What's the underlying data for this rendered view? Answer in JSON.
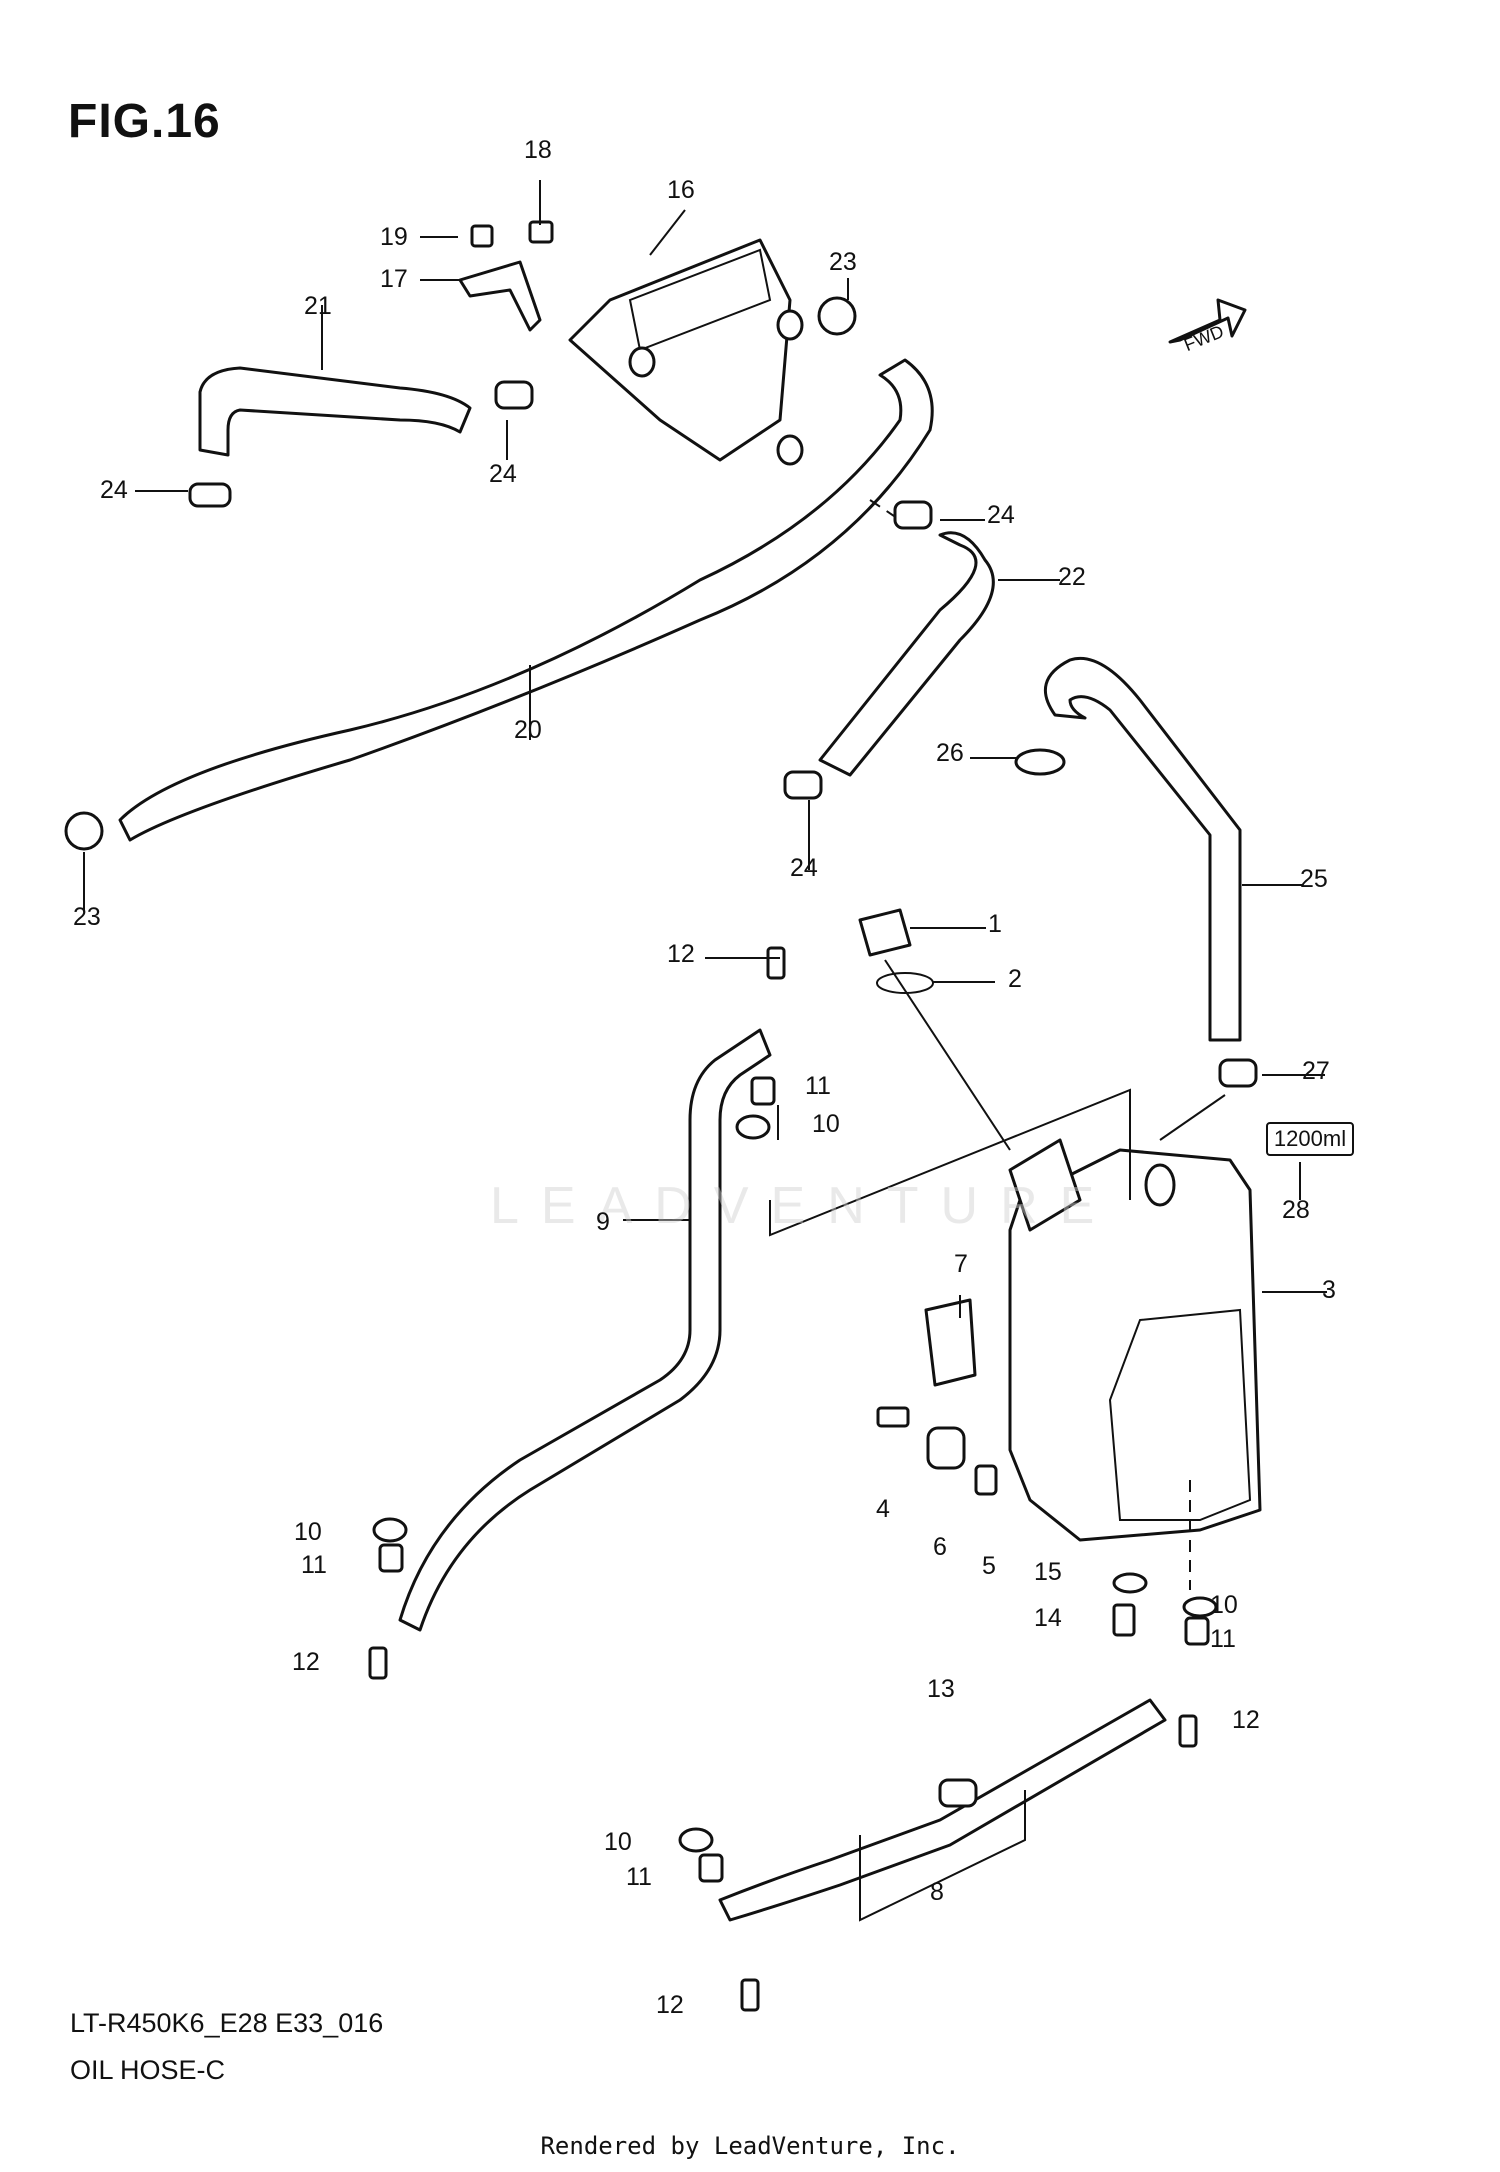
{
  "figure": {
    "title": "FIG.16"
  },
  "fwd_badge": "FWD",
  "watermark": "LEADVENTURE",
  "capacity_label": "1200ml",
  "callouts": [
    {
      "id": "c1",
      "text": "1"
    },
    {
      "id": "c2",
      "text": "2"
    },
    {
      "id": "c3",
      "text": "3"
    },
    {
      "id": "c4",
      "text": "4"
    },
    {
      "id": "c5",
      "text": "5"
    },
    {
      "id": "c6",
      "text": "6"
    },
    {
      "id": "c7",
      "text": "7"
    },
    {
      "id": "c8",
      "text": "8"
    },
    {
      "id": "c9",
      "text": "9"
    },
    {
      "id": "c10a",
      "text": "10"
    },
    {
      "id": "c10b",
      "text": "10"
    },
    {
      "id": "c10c",
      "text": "10"
    },
    {
      "id": "c10d",
      "text": "10"
    },
    {
      "id": "c11a",
      "text": "11"
    },
    {
      "id": "c11b",
      "text": "11"
    },
    {
      "id": "c11c",
      "text": "11"
    },
    {
      "id": "c11d",
      "text": "11"
    },
    {
      "id": "c12a",
      "text": "12"
    },
    {
      "id": "c12b",
      "text": "12"
    },
    {
      "id": "c12c",
      "text": "12"
    },
    {
      "id": "c12d",
      "text": "12"
    },
    {
      "id": "c13",
      "text": "13"
    },
    {
      "id": "c14",
      "text": "14"
    },
    {
      "id": "c15",
      "text": "15"
    },
    {
      "id": "c16",
      "text": "16"
    },
    {
      "id": "c17",
      "text": "17"
    },
    {
      "id": "c18",
      "text": "18"
    },
    {
      "id": "c19",
      "text": "19"
    },
    {
      "id": "c20",
      "text": "20"
    },
    {
      "id": "c21",
      "text": "21"
    },
    {
      "id": "c22",
      "text": "22"
    },
    {
      "id": "c23a",
      "text": "23"
    },
    {
      "id": "c23b",
      "text": "23"
    },
    {
      "id": "c24a",
      "text": "24"
    },
    {
      "id": "c24b",
      "text": "24"
    },
    {
      "id": "c24c",
      "text": "24"
    },
    {
      "id": "c24d",
      "text": "24"
    },
    {
      "id": "c25",
      "text": "25"
    },
    {
      "id": "c26",
      "text": "26"
    },
    {
      "id": "c27",
      "text": "27"
    },
    {
      "id": "c28",
      "text": "28"
    }
  ],
  "footer": {
    "model_code": "LT-R450K6_E28 E33_016",
    "diagram_name": "OIL HOSE-C",
    "rendered_by": "Rendered by LeadVenture, Inc."
  }
}
